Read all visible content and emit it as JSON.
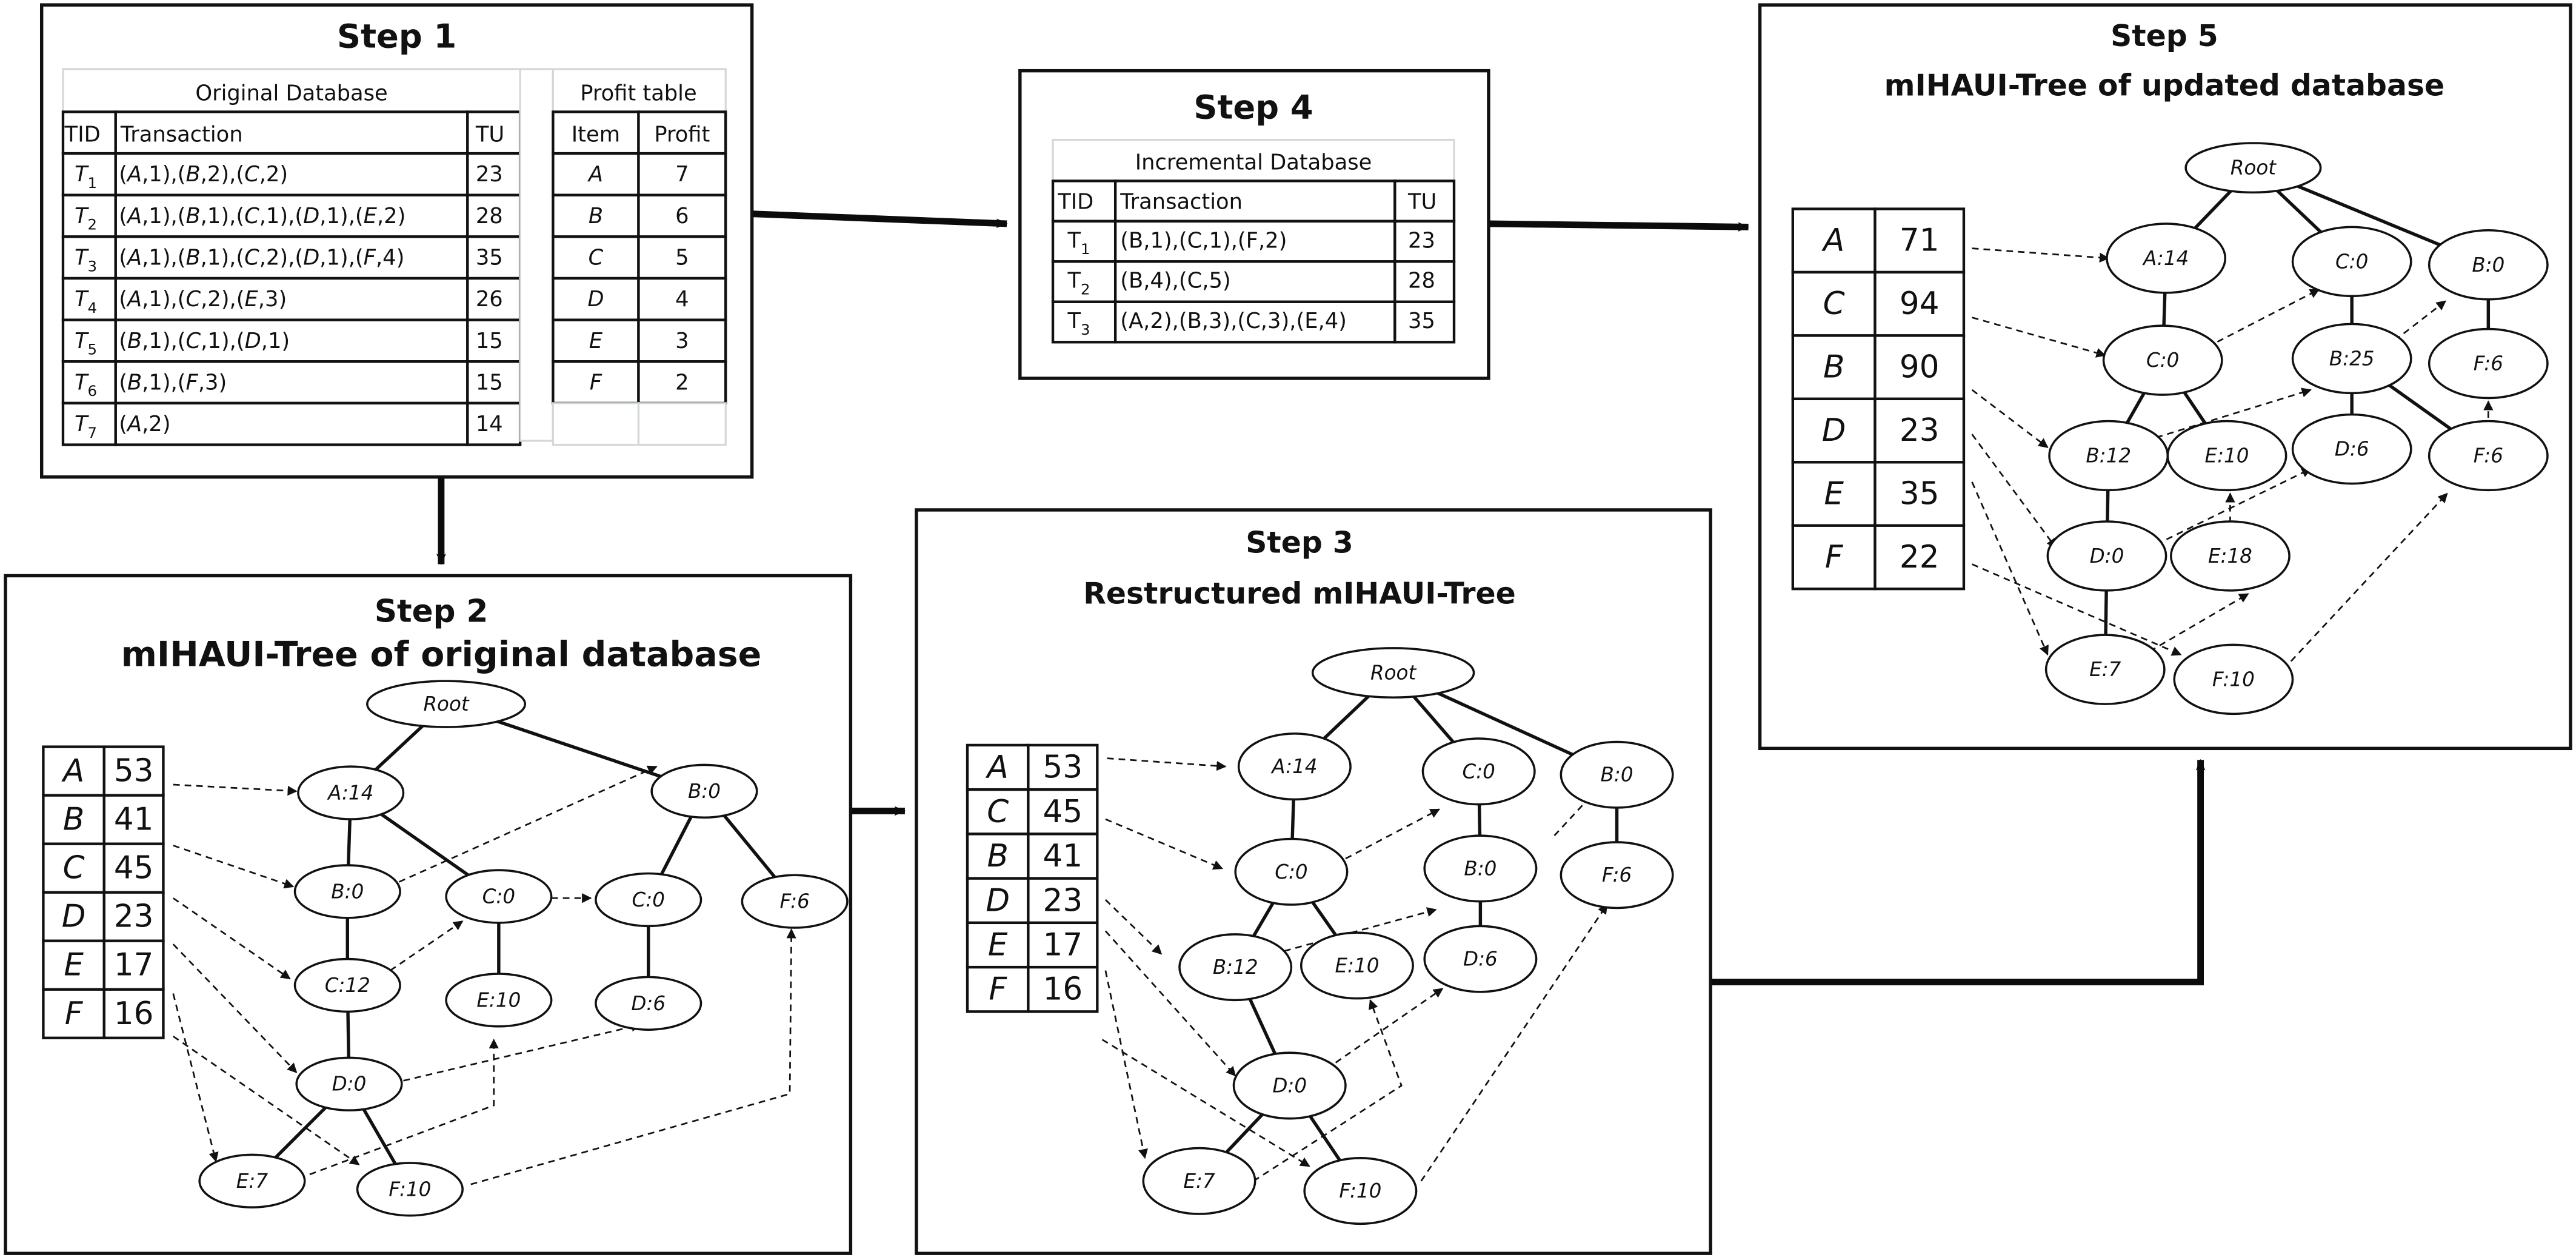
{
  "steps": {
    "step1": {
      "title": "Step 1",
      "original_db": {
        "caption": "Original Database",
        "headers": [
          "TID",
          "Transaction",
          "TU"
        ],
        "rows": [
          {
            "tid": "T",
            "sub": "1",
            "transaction": "(A,1),(B,2),(C,2)",
            "tu": "23"
          },
          {
            "tid": "T",
            "sub": "2",
            "transaction": "(A,1),(B,1),(C,1),(D,1),(E,2)",
            "tu": "28"
          },
          {
            "tid": "T",
            "sub": "3",
            "transaction": "(A,1),(B,1),(C,2),(D,1),(F,4)",
            "tu": "35"
          },
          {
            "tid": "T",
            "sub": "4",
            "transaction": "(A,1),(C,2),(E,3)",
            "tu": "26"
          },
          {
            "tid": "T",
            "sub": "5",
            "transaction": "(B,1),(C,1),(D,1)",
            "tu": "15"
          },
          {
            "tid": "T",
            "sub": "6",
            "transaction": "(B,1),(F,3)",
            "tu": "15"
          },
          {
            "tid": "T",
            "sub": "7",
            "transaction": "(A,2)",
            "tu": "14"
          }
        ]
      },
      "profit_table": {
        "caption": "Profit table",
        "headers": [
          "Item",
          "Profit"
        ],
        "rows": [
          {
            "item": "A",
            "profit": "7"
          },
          {
            "item": "B",
            "profit": "6"
          },
          {
            "item": "C",
            "profit": "5"
          },
          {
            "item": "D",
            "profit": "4"
          },
          {
            "item": "E",
            "profit": "3"
          },
          {
            "item": "F",
            "profit": "2"
          }
        ]
      }
    },
    "step2": {
      "title": "Step 2",
      "subtitle": "mIHAUI-Tree of original database",
      "header_table": [
        {
          "item": "A",
          "value": "53"
        },
        {
          "item": "B",
          "value": "41"
        },
        {
          "item": "C",
          "value": "45"
        },
        {
          "item": "D",
          "value": "23"
        },
        {
          "item": "E",
          "value": "17"
        },
        {
          "item": "F",
          "value": "16"
        }
      ],
      "nodes": {
        "root": "Root",
        "a14": "A:14",
        "b0": "B:0",
        "c12": "C:12",
        "d0": "D:0",
        "e7": "E:7",
        "f10": "F:10",
        "c0a": "C:0",
        "e10": "E:10",
        "b0r": "B:0",
        "c0b": "C:0",
        "d6": "D:6",
        "f6": "F:6"
      }
    },
    "step3": {
      "title": "Step 3",
      "subtitle": "Restructured mIHAUI-Tree",
      "header_table": [
        {
          "item": "A",
          "value": "53"
        },
        {
          "item": "C",
          "value": "45"
        },
        {
          "item": "B",
          "value": "41"
        },
        {
          "item": "D",
          "value": "23"
        },
        {
          "item": "E",
          "value": "17"
        },
        {
          "item": "F",
          "value": "16"
        }
      ],
      "nodes": {
        "root": "Root",
        "a14": "A:14",
        "c0": "C:0",
        "b12": "B:12",
        "e10": "E:10",
        "d0": "D:0",
        "e7": "E:7",
        "f10": "F:10",
        "c0r": "C:0",
        "b0": "B:0",
        "d6": "D:6",
        "b0r": "B:0",
        "f6": "F:6"
      }
    },
    "step4": {
      "title": "Step 4",
      "incremental_db": {
        "caption": "Incremental Database",
        "headers": [
          "TID",
          "Transaction",
          "TU"
        ],
        "rows": [
          {
            "tid": "T",
            "sub": "1",
            "transaction": "(B,1),(C,1),(F,2)",
            "tu": "23"
          },
          {
            "tid": "T",
            "sub": "2",
            "transaction": "(B,4),(C,5)",
            "tu": "28"
          },
          {
            "tid": "T",
            "sub": "3",
            "transaction": "(A,2),(B,3),(C,3),(E,4)",
            "tu": "35"
          }
        ]
      }
    },
    "step5": {
      "title": "Step 5",
      "subtitle": "mIHAUI-Tree of updated database",
      "header_table": [
        {
          "item": "A",
          "value": "71"
        },
        {
          "item": "C",
          "value": "94"
        },
        {
          "item": "B",
          "value": "90"
        },
        {
          "item": "D",
          "value": "23"
        },
        {
          "item": "E",
          "value": "35"
        },
        {
          "item": "F",
          "value": "22"
        }
      ],
      "nodes": {
        "root": "Root",
        "a14": "A:14",
        "c0": "C:0",
        "b12": "B:12",
        "e10": "E:10",
        "d0": "D:0",
        "e18": "E:18",
        "e7": "E:7",
        "f10": "F:10",
        "c0r": "C:0",
        "b25": "B:25",
        "d6": "D:6",
        "f6b": "F:6",
        "b0r": "B:0",
        "f6": "F:6"
      }
    }
  }
}
